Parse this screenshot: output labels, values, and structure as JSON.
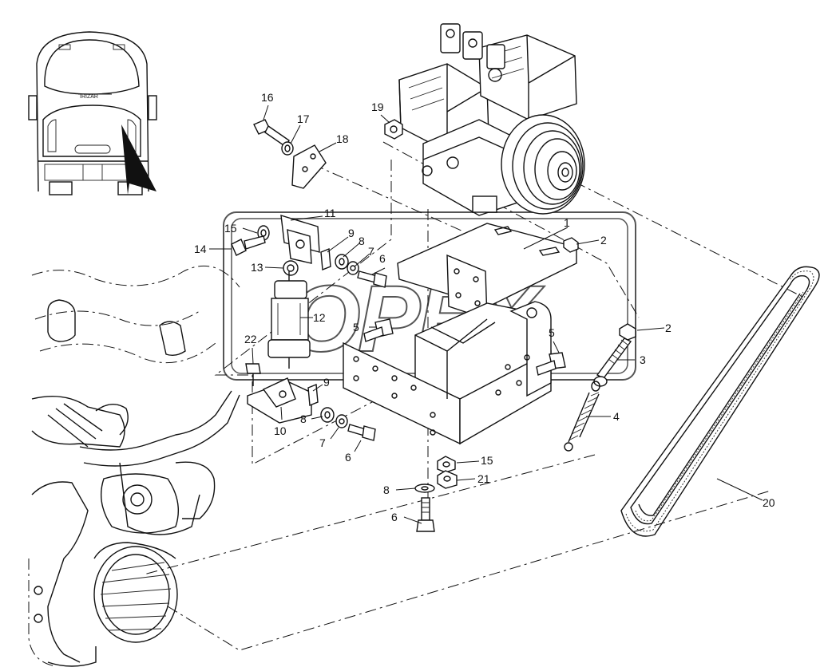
{
  "watermark": "OPEX",
  "callouts": [
    {
      "id": "c1",
      "text": "1"
    },
    {
      "id": "c2a",
      "text": "2"
    },
    {
      "id": "c2b",
      "text": "2"
    },
    {
      "id": "c3",
      "text": "3"
    },
    {
      "id": "c4",
      "text": "4"
    },
    {
      "id": "c5a",
      "text": "5"
    },
    {
      "id": "c5b",
      "text": "5"
    },
    {
      "id": "c6a",
      "text": "6"
    },
    {
      "id": "c6b",
      "text": "6"
    },
    {
      "id": "c6c",
      "text": "6"
    },
    {
      "id": "c7a",
      "text": "7"
    },
    {
      "id": "c7b",
      "text": "7"
    },
    {
      "id": "c8a",
      "text": "8"
    },
    {
      "id": "c8b",
      "text": "8"
    },
    {
      "id": "c8c",
      "text": "8"
    },
    {
      "id": "c9a",
      "text": "9"
    },
    {
      "id": "c9b",
      "text": "9"
    },
    {
      "id": "c10",
      "text": "10"
    },
    {
      "id": "c11",
      "text": "11"
    },
    {
      "id": "c12",
      "text": "12"
    },
    {
      "id": "c13",
      "text": "13"
    },
    {
      "id": "c14",
      "text": "14"
    },
    {
      "id": "c15a",
      "text": "15"
    },
    {
      "id": "c15b",
      "text": "15"
    },
    {
      "id": "c16",
      "text": "16"
    },
    {
      "id": "c17",
      "text": "17"
    },
    {
      "id": "c18",
      "text": "18"
    },
    {
      "id": "c19",
      "text": "19"
    },
    {
      "id": "c20",
      "text": "20"
    },
    {
      "id": "c21",
      "text": "21"
    },
    {
      "id": "c22",
      "text": "22"
    }
  ]
}
